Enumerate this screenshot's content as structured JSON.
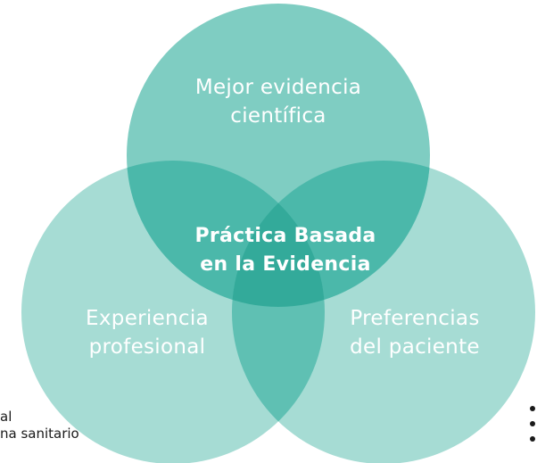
{
  "diagram": {
    "circles": {
      "top": {
        "line1": "Mejor evidencia",
        "line2": "científica"
      },
      "left": {
        "line1": "Experiencia",
        "line2": "profesional"
      },
      "right": {
        "line1": "Preferencias",
        "line2": "del paciente"
      }
    },
    "center": {
      "line1": "Práctica Basada",
      "line2": "en la Evidencia"
    },
    "colors": {
      "top_fill": "#7fcdc2",
      "side_fill": "#a6dcd4",
      "pair_overlap": "#4bb8aa",
      "lower_overlap": "#5fc0b3",
      "center_overlap": "#33aa9a",
      "label": "#ffffff"
    }
  },
  "background_text": {
    "left_fragments": [
      "al",
      "na sanitario"
    ],
    "right_bullet_count": 3
  }
}
